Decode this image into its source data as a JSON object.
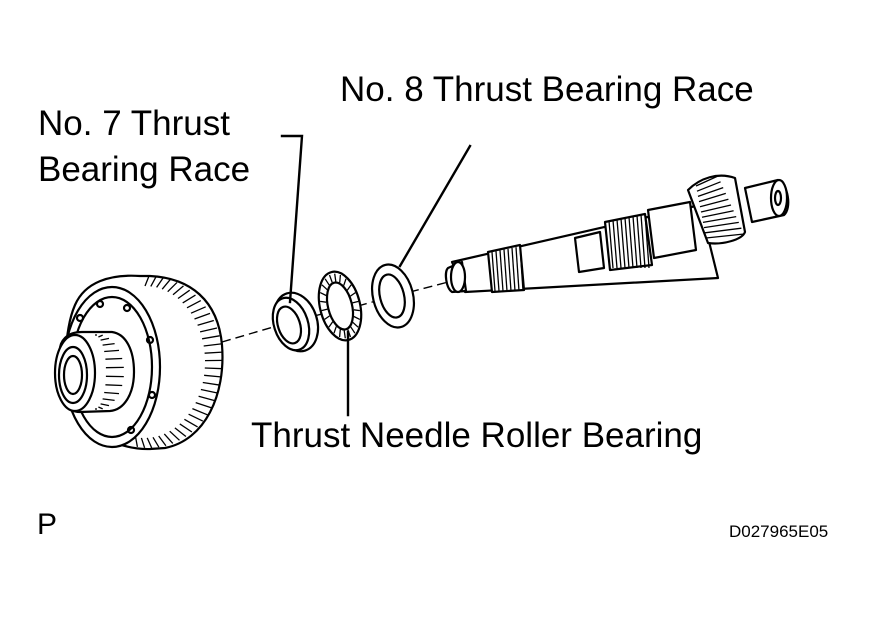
{
  "labels": {
    "no7_line1": "No. 7 Thrust",
    "no7_line2": "Bearing Race",
    "no8": "No. 8 Thrust Bearing Race",
    "needle": "Thrust Needle Roller Bearing",
    "view_code": "P",
    "figure_code": "D027965E05"
  },
  "icons": {
    "gear": "planetary-gear-drawing",
    "race7": "no7-race-drawing",
    "needle": "needle-bearing-drawing",
    "race8": "no8-race-drawing",
    "shaft": "input-shaft-drawing"
  }
}
